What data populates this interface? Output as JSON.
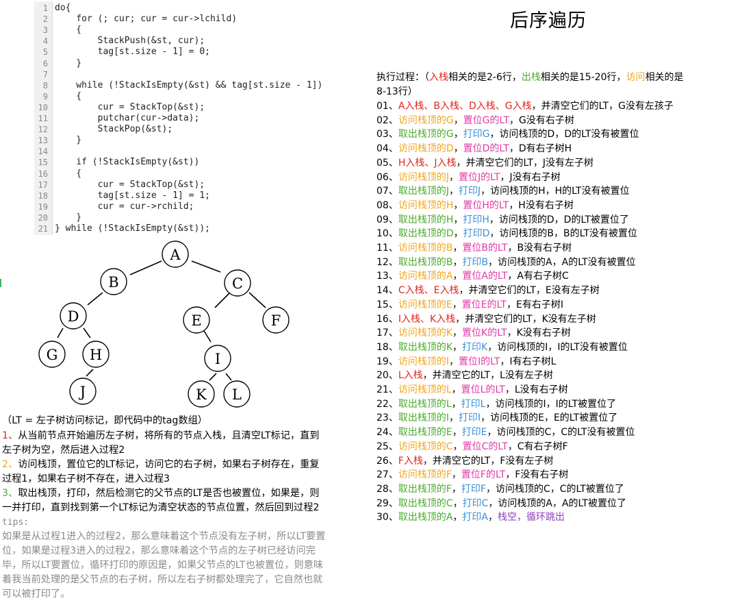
{
  "title": "后序遍历",
  "code": [
    {
      "n": "1",
      "t": "do{"
    },
    {
      "n": "2",
      "t": "    for (; cur; cur = cur->lchild)"
    },
    {
      "n": "3",
      "t": "    {"
    },
    {
      "n": "4",
      "t": "        StackPush(&st, cur);"
    },
    {
      "n": "5",
      "t": "        tag[st.size - 1] = 0;"
    },
    {
      "n": "6",
      "t": "    }"
    },
    {
      "n": "7",
      "t": ""
    },
    {
      "n": "8",
      "t": "    while (!StackIsEmpty(&st) && tag[st.size - 1])"
    },
    {
      "n": "9",
      "t": "    {"
    },
    {
      "n": "10",
      "t": "        cur = StackTop(&st);"
    },
    {
      "n": "11",
      "t": "        putchar(cur->data);"
    },
    {
      "n": "12",
      "t": "        StackPop(&st);"
    },
    {
      "n": "13",
      "t": "    }"
    },
    {
      "n": "14",
      "t": ""
    },
    {
      "n": "15",
      "t": "    if (!StackIsEmpty(&st))"
    },
    {
      "n": "16",
      "t": "    {"
    },
    {
      "n": "17",
      "t": "        cur = StackTop(&st);"
    },
    {
      "n": "18",
      "t": "        tag[st.size - 1] = 1;"
    },
    {
      "n": "19",
      "t": "        cur = cur->rchild;"
    },
    {
      "n": "20",
      "t": "    }"
    },
    {
      "n": "21",
      "t": "} while (!StackIsEmpty(&st));"
    }
  ],
  "tree": {
    "nodes": [
      "A",
      "B",
      "C",
      "D",
      "E",
      "F",
      "G",
      "H",
      "I",
      "J",
      "K",
      "L"
    ]
  },
  "notes": {
    "lt_def": "（LT = 左子树访问标记，即代码中的tag数组）",
    "p1_num": "1、",
    "p1_text": "从当前节点开始遍历左子树，将所有的节点入栈，且清空LT标记，直到",
    "p1_text2": "左子树为空，然后进入过程2",
    "p2_num": "2、",
    "p2_text": "访问栈顶，置位它的LT标记，访问它的右子树，如果右子树存在，重复",
    "p2_text2": "过程1，如果右子树不存在，进入过程3",
    "p3_num": "3、",
    "p3_text": "取出栈顶，打印，然后检测它的父节点的LT是否也被置位，如果是，则",
    "p3_text2": "一并打印，直到找到第一个LT标记为清空状态的节点位置，然后回到过程2",
    "tips_label": "tips:",
    "tips": [
      "如果是从过程1进入的过程2，那么意味着这个节点没有左子树，所以LT要置",
      "位，如果是过程3进入的过程2，那么意味着这个节点的左子树已经访问完",
      "毕，所以LT要置位，循环打印的原因是，如果父节点的LT也被置位，则意味",
      "着我当前处理的是父节点的右子树，所以左右子树都处理完了，它自然也就",
      "可以被打印了。"
    ]
  },
  "exec": {
    "a": "执行过程：（",
    "b": "入栈",
    "c": "相关的是2-6行，",
    "d": "出栈",
    "e": "相关的是15-20行，",
    "f": "访问",
    "g": "相关的是",
    "h": "8-13行）"
  },
  "steps": [
    [
      [
        "01、",
        ""
      ],
      [
        "A入栈、B入栈、D入栈、G入栈",
        "red"
      ],
      [
        "，并清空它们的LT，G没有左孩子",
        ""
      ]
    ],
    [
      [
        "02、",
        ""
      ],
      [
        "访问栈顶的G",
        "orange"
      ],
      [
        "，",
        ""
      ],
      [
        "置位G的LT",
        "pink"
      ],
      [
        "，G没有右子树",
        ""
      ]
    ],
    [
      [
        "03、",
        ""
      ],
      [
        "取出栈顶的G",
        "green"
      ],
      [
        "，",
        ""
      ],
      [
        "打印G",
        "blue"
      ],
      [
        "，访问栈顶的D，D的LT没有被置位",
        ""
      ]
    ],
    [
      [
        "04、",
        ""
      ],
      [
        "访问栈顶的D",
        "orange"
      ],
      [
        "，",
        ""
      ],
      [
        "置位D的LT",
        "pink"
      ],
      [
        "，D有右子树H",
        ""
      ]
    ],
    [
      [
        "05、",
        ""
      ],
      [
        "H入栈、J入栈",
        "red"
      ],
      [
        "，并清空它们的LT，J没有左子树",
        ""
      ]
    ],
    [
      [
        "06、",
        ""
      ],
      [
        "访问栈顶的J",
        "orange"
      ],
      [
        "，",
        ""
      ],
      [
        "置位J的LT",
        "pink"
      ],
      [
        "，J没有右子树",
        ""
      ]
    ],
    [
      [
        "07、",
        ""
      ],
      [
        "取出栈顶的J",
        "green"
      ],
      [
        "，",
        ""
      ],
      [
        "打印J",
        "blue"
      ],
      [
        "，访问栈顶的H，H的LT没有被置位",
        ""
      ]
    ],
    [
      [
        "08、",
        ""
      ],
      [
        "访问栈顶的H",
        "orange"
      ],
      [
        "，",
        ""
      ],
      [
        "置位H的LT",
        "pink"
      ],
      [
        "，H没有右子树",
        ""
      ]
    ],
    [
      [
        "09、",
        ""
      ],
      [
        "取出栈顶的H",
        "green"
      ],
      [
        "，",
        ""
      ],
      [
        "打印H",
        "blue"
      ],
      [
        "，访问栈顶的D，D的LT被置位了",
        ""
      ]
    ],
    [
      [
        "10、",
        ""
      ],
      [
        "取出栈顶的D",
        "green"
      ],
      [
        "，",
        ""
      ],
      [
        "打印D",
        "blue"
      ],
      [
        "，访问栈顶的B，B的LT没有被置位",
        ""
      ]
    ],
    [
      [
        "11、",
        ""
      ],
      [
        "访问栈顶的B",
        "orange"
      ],
      [
        "，",
        ""
      ],
      [
        "置位B的LT",
        "pink"
      ],
      [
        "，B没有右子树",
        ""
      ]
    ],
    [
      [
        "12、",
        ""
      ],
      [
        "取出栈顶的B",
        "green"
      ],
      [
        "，",
        ""
      ],
      [
        "打印B",
        "blue"
      ],
      [
        "，访问栈顶的A，A的LT没有被置位",
        ""
      ]
    ],
    [
      [
        "13、",
        ""
      ],
      [
        "访问栈顶的A",
        "orange"
      ],
      [
        "，",
        ""
      ],
      [
        "置位A的LT",
        "pink"
      ],
      [
        "，A有右子树C",
        ""
      ]
    ],
    [
      [
        "14、",
        ""
      ],
      [
        "C入栈、E入栈",
        "red"
      ],
      [
        "，并清空它们的LT，E没有左子树",
        ""
      ]
    ],
    [
      [
        "15、",
        ""
      ],
      [
        "访问栈顶的E",
        "orange"
      ],
      [
        "，",
        ""
      ],
      [
        "置位E的LT",
        "pink"
      ],
      [
        "，E有右子树I",
        ""
      ]
    ],
    [
      [
        "16、",
        ""
      ],
      [
        "I入栈、K入栈",
        "red"
      ],
      [
        "，并清空它们的LT，K没有左子树",
        ""
      ]
    ],
    [
      [
        "17、",
        ""
      ],
      [
        "访问栈顶的K",
        "orange"
      ],
      [
        "，",
        ""
      ],
      [
        "置位K的LT",
        "pink"
      ],
      [
        "，K没有右子树",
        ""
      ]
    ],
    [
      [
        "18、",
        ""
      ],
      [
        "取出栈顶的K",
        "green"
      ],
      [
        "，",
        ""
      ],
      [
        "打印K",
        "blue"
      ],
      [
        "，访问栈顶的I，I的LT没有被置位",
        ""
      ]
    ],
    [
      [
        "19、",
        ""
      ],
      [
        "访问栈顶的I",
        "orange"
      ],
      [
        "，",
        ""
      ],
      [
        "置位I的LT",
        "pink"
      ],
      [
        "，I有右子树L",
        ""
      ]
    ],
    [
      [
        "20、",
        ""
      ],
      [
        "L入栈",
        "red"
      ],
      [
        "，并清空它的LT，L没有左子树",
        ""
      ]
    ],
    [
      [
        "21、",
        ""
      ],
      [
        "访问栈顶的L",
        "orange"
      ],
      [
        "，",
        ""
      ],
      [
        "置位L的LT",
        "pink"
      ],
      [
        "，L没有右子树",
        ""
      ]
    ],
    [
      [
        "22、",
        ""
      ],
      [
        "取出栈顶的L",
        "green"
      ],
      [
        "，",
        ""
      ],
      [
        "打印L",
        "blue"
      ],
      [
        "，访问栈顶的I，I的LT被置位了",
        ""
      ]
    ],
    [
      [
        "23、",
        ""
      ],
      [
        "取出栈顶的I",
        "green"
      ],
      [
        "，",
        ""
      ],
      [
        "打印I",
        "blue"
      ],
      [
        "，访问栈顶的E，E的LT被置位了",
        ""
      ]
    ],
    [
      [
        "24、",
        ""
      ],
      [
        "取出栈顶的E",
        "green"
      ],
      [
        "，",
        ""
      ],
      [
        "打印E",
        "blue"
      ],
      [
        "，访问栈顶的C，C的LT没有被置位",
        ""
      ]
    ],
    [
      [
        "25、",
        ""
      ],
      [
        "访问栈顶的C",
        "orange"
      ],
      [
        "，",
        ""
      ],
      [
        "置位C的LT",
        "pink"
      ],
      [
        "，C有右子树F",
        ""
      ]
    ],
    [
      [
        "26、",
        ""
      ],
      [
        "F入栈",
        "red"
      ],
      [
        "，并清空它的LT，F没有左子树",
        ""
      ]
    ],
    [
      [
        "27、",
        ""
      ],
      [
        "访问栈顶的F",
        "orange"
      ],
      [
        "，",
        ""
      ],
      [
        "置位F的LT",
        "pink"
      ],
      [
        "，F没有右子树",
        ""
      ]
    ],
    [
      [
        "28、",
        ""
      ],
      [
        "取出栈顶的F",
        "green"
      ],
      [
        "，",
        ""
      ],
      [
        "打印F",
        "blue"
      ],
      [
        "，访问栈顶的C，C的LT被置位了",
        ""
      ]
    ],
    [
      [
        "29、",
        ""
      ],
      [
        "取出栈顶的C",
        "green"
      ],
      [
        "，",
        ""
      ],
      [
        "打印C",
        "blue"
      ],
      [
        "，访问栈顶的A，A的LT被置位了",
        ""
      ]
    ],
    [
      [
        "30、",
        ""
      ],
      [
        "取出栈顶的A",
        "green"
      ],
      [
        "，",
        ""
      ],
      [
        "打印A",
        "blue"
      ],
      [
        "，",
        ""
      ],
      [
        "栈空，循环跳出",
        "purple"
      ]
    ]
  ]
}
